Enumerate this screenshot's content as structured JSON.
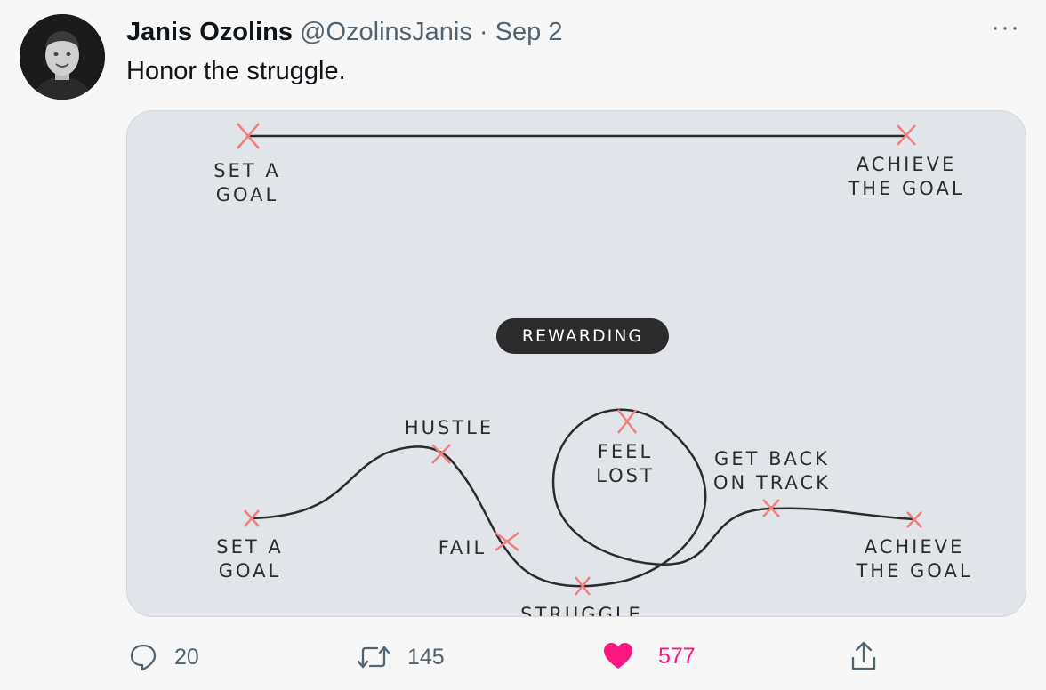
{
  "author": {
    "name": "Janis Ozolins",
    "handle": "@OzolinsJanis",
    "separator": "·",
    "date": "Sep 2"
  },
  "tweet": {
    "text": "Honor the struggle."
  },
  "more_label": "···",
  "media": {
    "top_start_label": "SET A\nGOAL",
    "top_end_label": "ACHIEVE\nTHE GOAL",
    "pill_label": "REWARDING",
    "hustle_label": "HUSTLE",
    "feel_lost_label": "FEEL\nLOST",
    "get_back_label": "GET BACK\nON TRACK",
    "bottom_start_label": "SET A\nGOAL",
    "fail_label": "FAIL",
    "bottom_end_label": "ACHIEVE\nTHE GOAL",
    "struggle_label": "STRUGGLE",
    "marker_color": "#f08080",
    "line_color": "#2b2b2b"
  },
  "actions": {
    "reply_count": "20",
    "retweet_count": "145",
    "like_count": "577",
    "like_color": "#f91880"
  }
}
